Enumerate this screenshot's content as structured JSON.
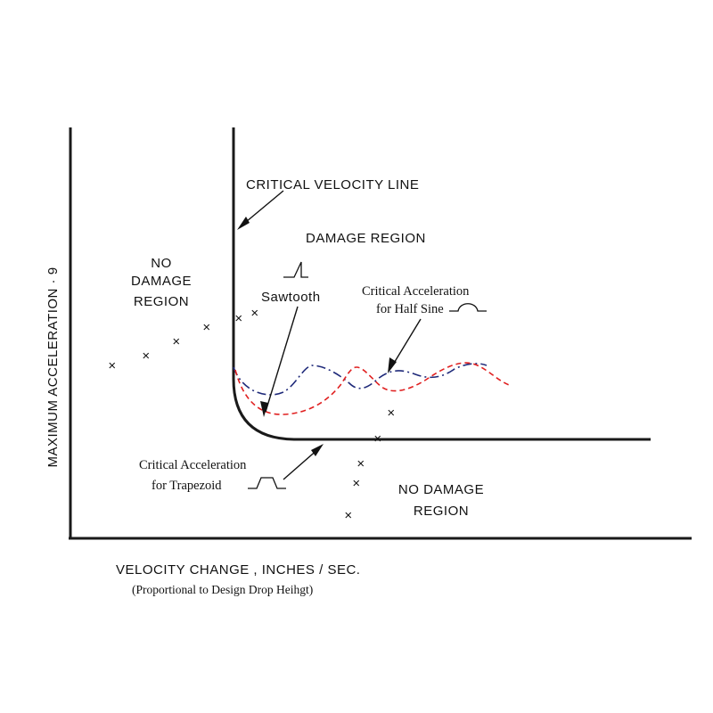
{
  "labels": {
    "critical_velocity_line": "CRITICAL  VELOCITY LINE",
    "damage_region": "DAMAGE REGION",
    "no_damage_left": [
      "NO",
      "DAMAGE",
      "REGION"
    ],
    "no_damage_bottom": [
      "NO  DAMAGE",
      "REGION"
    ],
    "sawtooth": "Sawtooth",
    "half_sine": [
      "Critical Acceleration",
      "for Half Sine"
    ],
    "trapezoid": [
      "Critical  Acceleration",
      "for Trapezoid"
    ],
    "x_axis": "VELOCITY  CHANGE ,  INCHES / SEC.",
    "x_axis_sub": "(Proportional to Design Drop Heihgt)",
    "y_axis": "MAXIMUM  ACCELERATION · 9"
  },
  "colors": {
    "axis": "#1a1a1a",
    "half_sine_curve": "#1f2a7a",
    "sawtooth_curve": "#e02020"
  },
  "icons": [
    "sawtooth-pulse-icon",
    "half-sine-pulse-icon",
    "trapezoid-pulse-icon"
  ],
  "marker_symbol": "×"
}
